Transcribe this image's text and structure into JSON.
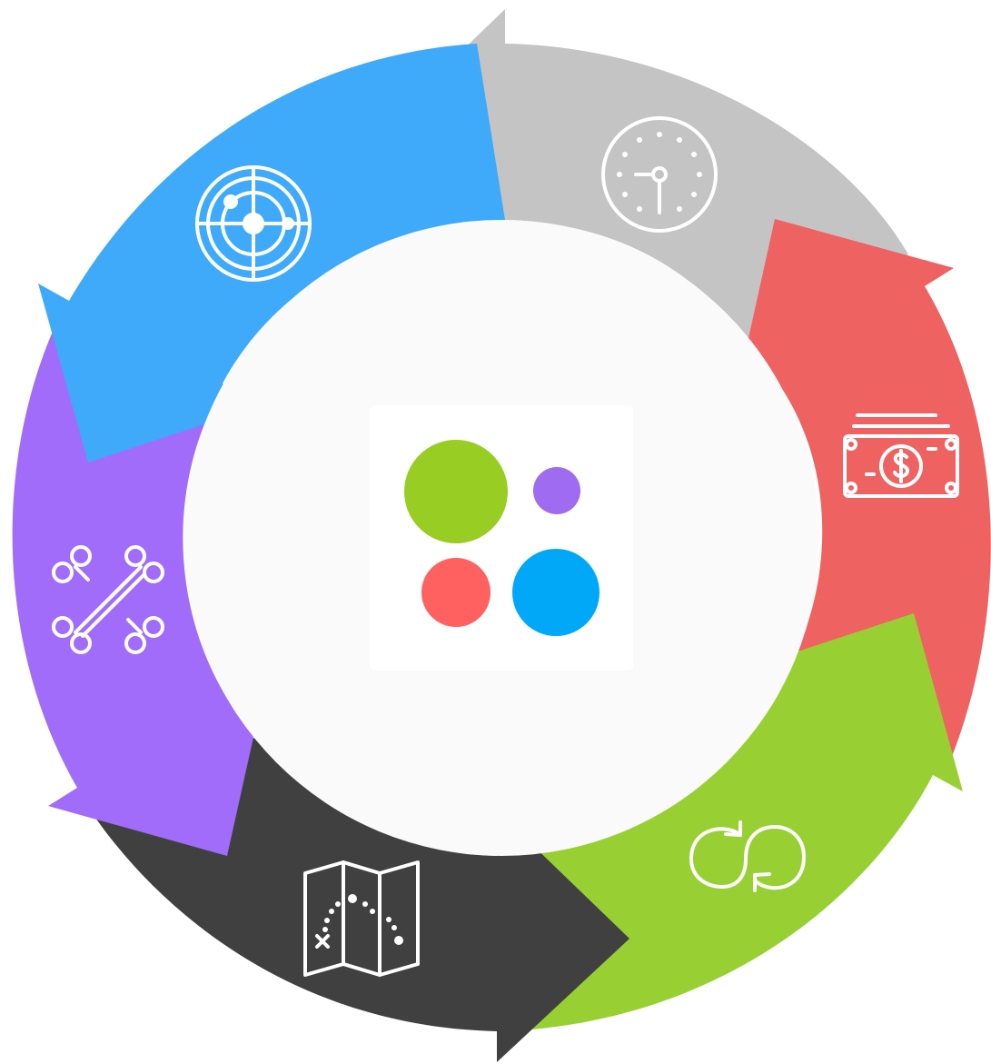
{
  "colors": {
    "background": "#ffffff",
    "inner_disc": "#fafafa",
    "logo_tile": "#ffffff",
    "icon_stroke": "#ffffff"
  },
  "segments": [
    {
      "id": "gray",
      "color": "#c4c4c4",
      "icon": "clock-icon"
    },
    {
      "id": "red",
      "color": "#ee6262",
      "icon": "money-bill-icon"
    },
    {
      "id": "green",
      "color": "#98d034",
      "icon": "loop-arrows-icon"
    },
    {
      "id": "dark",
      "color": "#404040",
      "icon": "map-route-icon"
    },
    {
      "id": "purple",
      "color": "#a06cf9",
      "icon": "drone-icon"
    },
    {
      "id": "blue",
      "color": "#3faaf9",
      "icon": "radar-target-icon"
    }
  ],
  "center_logo": {
    "dots": [
      {
        "name": "green-dot",
        "color": "#98cd23"
      },
      {
        "name": "purple-dot",
        "color": "#9f6bf0"
      },
      {
        "name": "red-dot",
        "color": "#ff6060"
      },
      {
        "name": "blue-dot",
        "color": "#00a8f7"
      }
    ]
  }
}
